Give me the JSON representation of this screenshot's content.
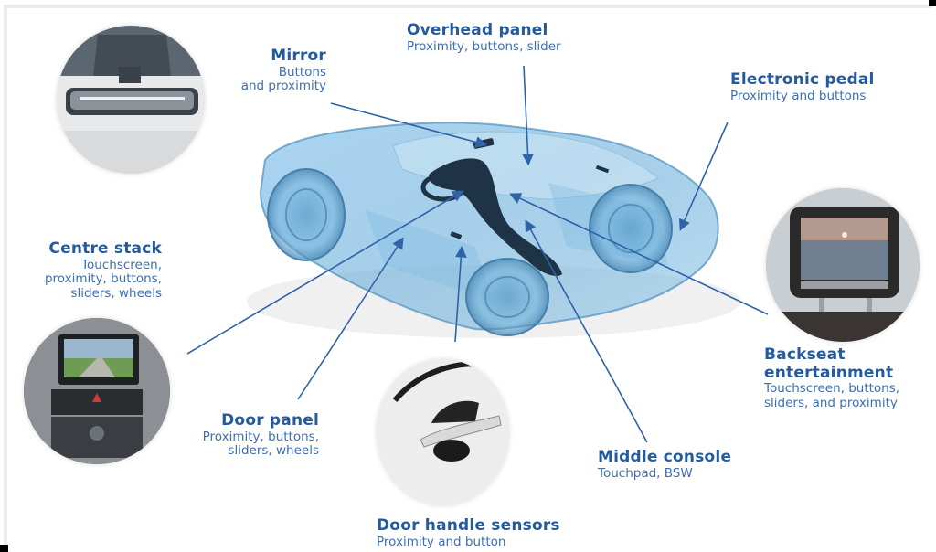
{
  "diagram": {
    "colors": {
      "accent": "#245a9e",
      "description": "#3d6fb0",
      "leader_line": "#2e63a8",
      "car_body": "#6fb3de",
      "car_dark": "#1f3346"
    },
    "labels": {
      "mirror": {
        "title": "Mirror",
        "desc_line1": "Buttons",
        "desc_line2": "and proximity"
      },
      "overhead_panel": {
        "title": "Overhead panel",
        "desc_line1": "Proximity, buttons, slider"
      },
      "electronic_pedal": {
        "title": "Electronic pedal",
        "desc_line1": "Proximity and buttons"
      },
      "centre_stack": {
        "title": "Centre stack",
        "desc_line1": "Touchscreen,",
        "desc_line2": "proximity, buttons,",
        "desc_line3": "sliders, wheels"
      },
      "backseat_entertainment": {
        "title_line1": "Backseat",
        "title_line2": "entertainment",
        "desc_line1": "Touchscreen, buttons,",
        "desc_line2": "sliders, and proximity"
      },
      "door_panel": {
        "title": "Door panel",
        "desc_line1": "Proximity, buttons,",
        "desc_line2": "sliders, wheels"
      },
      "middle_console": {
        "title": "Middle console",
        "desc_line1": "Touchpad, BSW"
      },
      "door_handle_sensors": {
        "title": "Door handle sensors",
        "desc_line1": "Proximity and button"
      }
    },
    "thumbnails": [
      {
        "name": "mirror-photo",
        "subject": "rear-view mirror"
      },
      {
        "name": "centre-stack-photo",
        "subject": "dashboard centre stack with navigation screen"
      },
      {
        "name": "backseat-entertainment-photo",
        "subject": "headrest display screen"
      },
      {
        "name": "door-handle-photo",
        "subject": "car door handle"
      }
    ]
  }
}
